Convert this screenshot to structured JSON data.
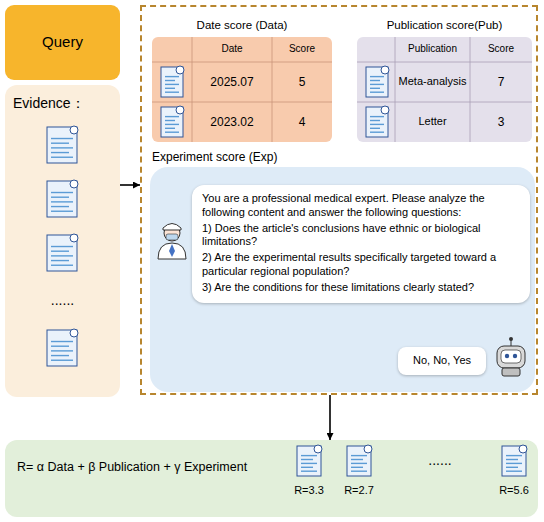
{
  "diagram": {
    "nodes": [
      {
        "text": [
          "Query"
        ]
      },
      {
        "text": [
          "Evidence：",
          "......"
        ]
      },
      {
        "text": []
      },
      {
        "text": [
          "Date score (Data)"
        ],
        "in": 2
      },
      {
        "text": [
          "Publication score(Pub)"
        ],
        "in": 2
      },
      {
        "text": [
          "Experiment score (Exp)"
        ],
        "in": 2
      },
      {
        "text": [
          "You are a professional medical expert. Please analyze the following content and answer the following questions:",
          "1) Does the article's conclusions have ethnic or biological limitations?",
          "2) Are the experimental results specifically targeted toward a particular regional population?",
          "3) Are the conditions for these limitations clearly stated?"
        ],
        "in": 5
      },
      {
        "text": [
          "No, No, Yes"
        ],
        "in": 5
      },
      {
        "text": [
          "R= α Data + β Publication + γ Experiment"
        ]
      }
    ],
    "edges": [
      {
        "from": 1,
        "to": 2,
        "arrow": "to"
      },
      {
        "from": 2,
        "to": 8,
        "arrow": "to"
      }
    ],
    "labels": [
      "Date",
      "Score",
      "2025.07",
      "5",
      "2023.02",
      "4",
      "Publication",
      "Score",
      "Meta-analysis",
      "7",
      "Letter",
      "3",
      "R=3.3",
      "R=2.7",
      "......",
      "R=5.6"
    ]
  }
}
